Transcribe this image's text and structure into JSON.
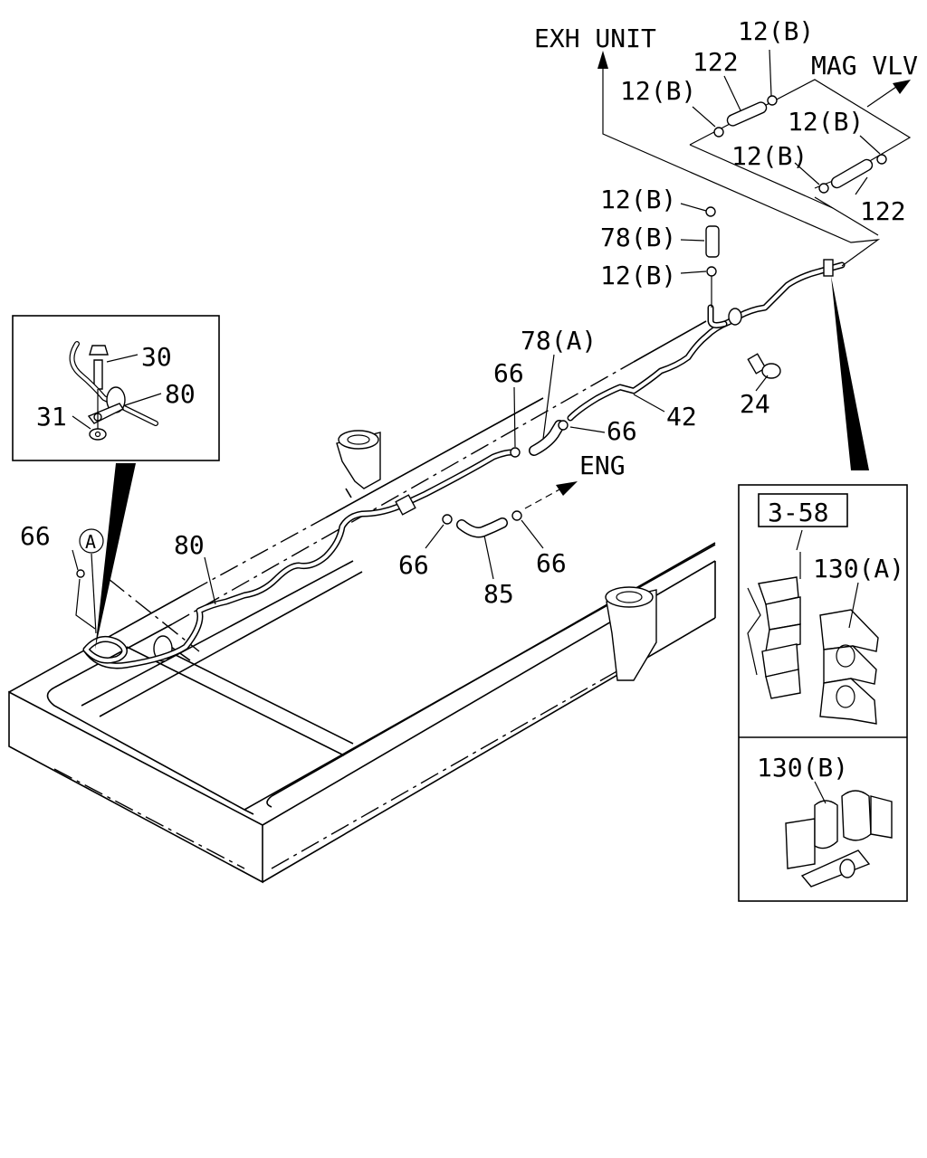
{
  "labels": {
    "exh_unit": "EXH UNIT",
    "mag_vlv": "MAG VLV",
    "eng": "ENG",
    "p12b_top": "12(B)",
    "p122_top": "122",
    "p12b_left_top": "12(B)",
    "p12b_right_top": "12(B)",
    "p12b_mid": "12(B)",
    "p122_bottom": "122",
    "p12b_stack_top": "12(B)",
    "p78b": "78(B)",
    "p12b_stack_bottom": "12(B)",
    "p78a": "78(A)",
    "p66_a": "66",
    "p66_b": "66",
    "p42": "42",
    "p24": "24",
    "p66_c": "66",
    "p66_d": "66",
    "p85": "85",
    "p80_main": "80",
    "p66_e": "66",
    "circle_a": "A",
    "p30": "30",
    "p80_inset": "80",
    "p31": "31",
    "ref_3_58": "3-58",
    "p130a": "130(A)",
    "p130b": "130(B)"
  }
}
